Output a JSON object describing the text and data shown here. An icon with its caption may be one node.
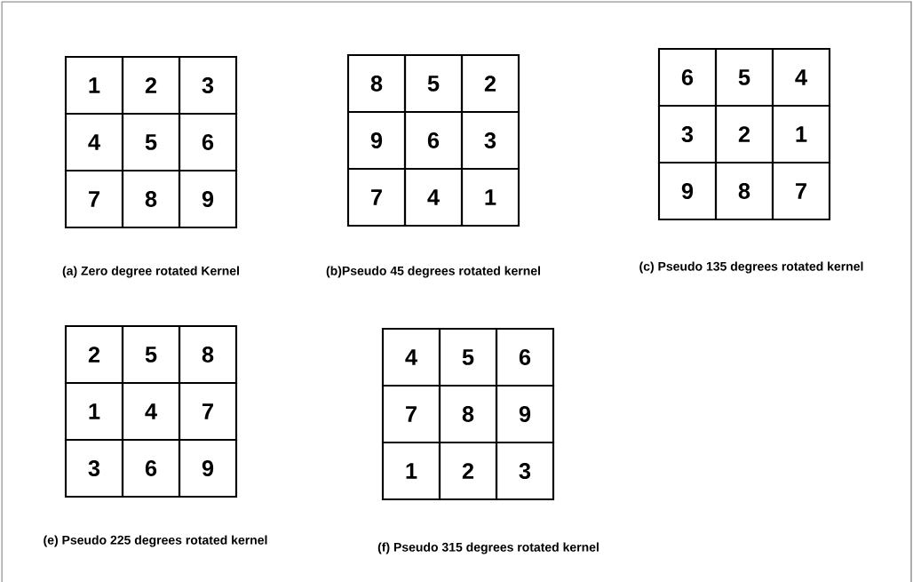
{
  "diagram": {
    "nodes": [
      {
        "text": [
          "1"
        ]
      },
      {
        "text": [
          "2"
        ]
      },
      {
        "text": [
          "3"
        ]
      },
      {
        "text": [
          "4"
        ]
      },
      {
        "text": [
          "5"
        ]
      },
      {
        "text": [
          "6"
        ]
      },
      {
        "text": [
          "7"
        ]
      },
      {
        "text": [
          "8"
        ]
      },
      {
        "text": [
          "9"
        ]
      },
      {
        "text": [
          "8"
        ]
      },
      {
        "text": [
          "5"
        ]
      },
      {
        "text": [
          "2"
        ]
      },
      {
        "text": [
          "9"
        ]
      },
      {
        "text": [
          "6"
        ]
      },
      {
        "text": [
          "3"
        ]
      },
      {
        "text": [
          "7"
        ]
      },
      {
        "text": [
          "4"
        ]
      },
      {
        "text": [
          "1"
        ]
      },
      {
        "text": [
          "6"
        ]
      },
      {
        "text": [
          "5"
        ]
      },
      {
        "text": [
          "4"
        ]
      },
      {
        "text": [
          "3"
        ]
      },
      {
        "text": [
          "2"
        ]
      },
      {
        "text": [
          "1"
        ]
      },
      {
        "text": [
          "9"
        ]
      },
      {
        "text": [
          "8"
        ]
      },
      {
        "text": [
          "7"
        ]
      },
      {
        "text": [
          "2"
        ]
      },
      {
        "text": [
          "5"
        ]
      },
      {
        "text": [
          "8"
        ]
      },
      {
        "text": [
          "1"
        ]
      },
      {
        "text": [
          "4"
        ]
      },
      {
        "text": [
          "7"
        ]
      },
      {
        "text": [
          "3"
        ]
      },
      {
        "text": [
          "6"
        ]
      },
      {
        "text": [
          "9"
        ]
      },
      {
        "text": [
          "4"
        ]
      },
      {
        "text": [
          "5"
        ]
      },
      {
        "text": [
          "6"
        ]
      },
      {
        "text": [
          "7"
        ]
      },
      {
        "text": [
          "8"
        ]
      },
      {
        "text": [
          "9"
        ]
      },
      {
        "text": [
          "1"
        ]
      },
      {
        "text": [
          "2"
        ]
      },
      {
        "text": [
          "3"
        ]
      }
    ],
    "labels": [
      "(a) Zero degree rotated Kernel",
      "(b)Pseudo 45 degrees rotated kernel",
      "(c) Pseudo 135 degrees rotated kernel",
      "(e) Pseudo 225 degrees rotated kernel",
      "(f) Pseudo 315 degrees rotated kernel"
    ]
  }
}
